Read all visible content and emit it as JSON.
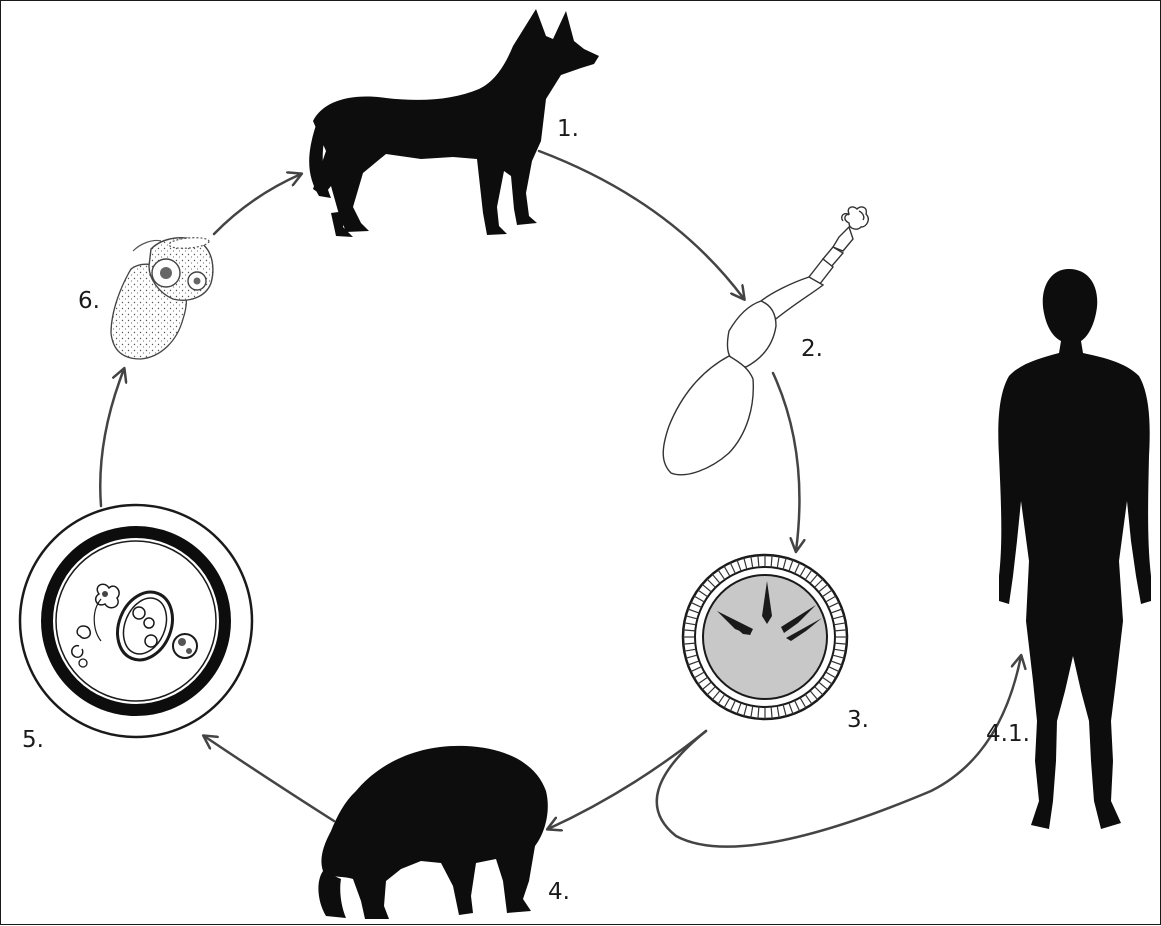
{
  "diagram": {
    "colors": {
      "silhouette": "#0d0d0d",
      "arrow": "#444444",
      "egg_fill": "#c8c8c8",
      "border": "#1a1a1a"
    },
    "nodes": [
      {
        "id": "dog",
        "label": "1.",
        "icon": "dog-silhouette-icon"
      },
      {
        "id": "adult-worm",
        "label": "2.",
        "icon": "tapeworm-icon"
      },
      {
        "id": "egg",
        "label": "3.",
        "icon": "egg-icon"
      },
      {
        "id": "sheep",
        "label": "4.",
        "icon": "sheep-silhouette-icon"
      },
      {
        "id": "human",
        "label": "4.1.",
        "icon": "human-silhouette-icon"
      },
      {
        "id": "hydatid-cyst",
        "label": "5.",
        "icon": "hydatid-cyst-icon"
      },
      {
        "id": "protoscolex",
        "label": "6.",
        "icon": "protoscolex-icon"
      }
    ],
    "edges": [
      {
        "from": "dog",
        "to": "adult-worm"
      },
      {
        "from": "adult-worm",
        "to": "egg"
      },
      {
        "from": "egg",
        "to": "sheep"
      },
      {
        "from": "egg",
        "to": "human"
      },
      {
        "from": "sheep",
        "to": "hydatid-cyst"
      },
      {
        "from": "hydatid-cyst",
        "to": "protoscolex"
      },
      {
        "from": "protoscolex",
        "to": "dog"
      }
    ]
  }
}
